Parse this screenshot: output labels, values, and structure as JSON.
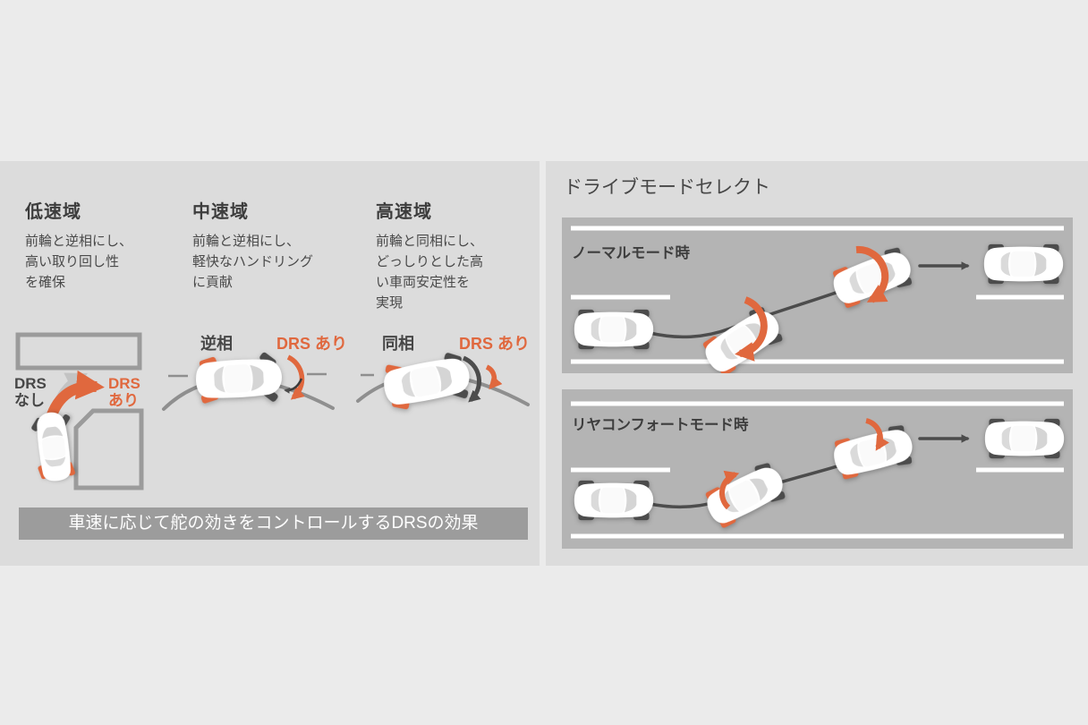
{
  "colors": {
    "background": "#ebebeb",
    "panel": "#dcdcdc",
    "road": "#b4b4b4",
    "caption_bar": "#9c9c9c",
    "accent_orange": "#e0683e",
    "text_dark": "#3d3d3d",
    "lane_line": "#ffffff"
  },
  "left_panel": {
    "columns": [
      {
        "heading": "低速域",
        "body": "前輪と逆相にし、\n高い取り回し性\nを確保"
      },
      {
        "heading": "中速域",
        "body": "前輪と逆相にし、\n軽快なハンドリング\nに貢献"
      },
      {
        "heading": "高速域",
        "body": "前輪と同相にし、\nどっしりとした高\nい車両安定性を\n実現"
      }
    ],
    "low_speed_diagram": {
      "label_without_drs": "DRS\nなし",
      "label_with_drs": "DRS\nあり"
    },
    "mid_speed_diagram": {
      "phase_label": "逆相",
      "drs_label": "DRS あり"
    },
    "high_speed_diagram": {
      "phase_label": "同相",
      "drs_label": "DRS あり"
    },
    "caption": "車速に応じて舵の効きをコントロールするDRSの効果"
  },
  "right_panel": {
    "title": "ドライブモードセレクト",
    "modes": [
      {
        "label": "ノーマルモード時"
      },
      {
        "label": "リヤコンフォートモード時"
      }
    ]
  },
  "icons": {
    "car": "car-top-view",
    "turn_arrow_without_drs": "gray-curved-arrow",
    "turn_arrow_with_drs": "orange-curved-arrow",
    "yaw_rotation": "rotation-arc-arrow",
    "lane_change_path": "route-line-with-arrow"
  }
}
